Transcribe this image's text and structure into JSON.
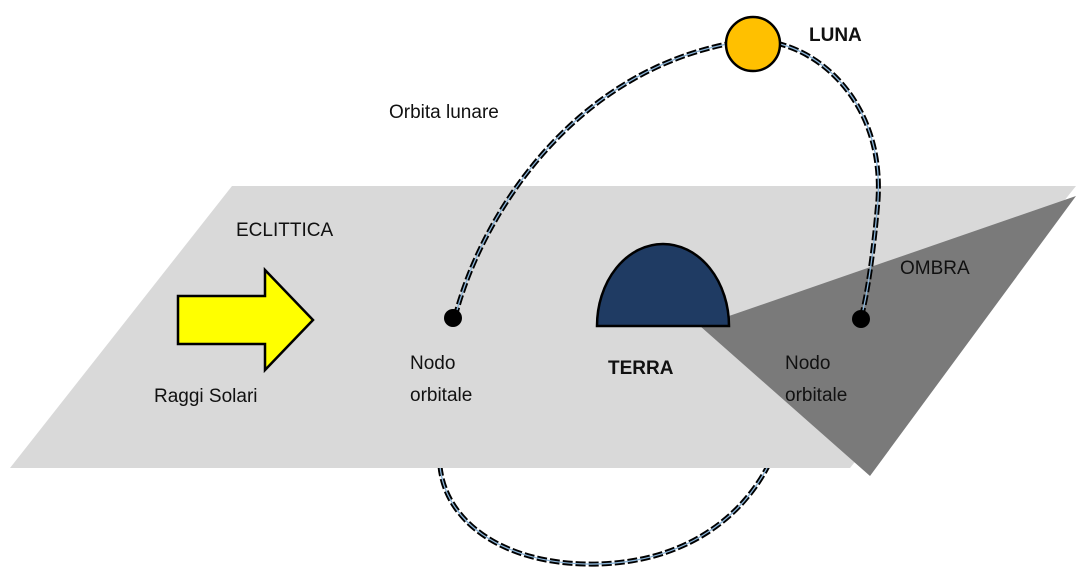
{
  "colors": {
    "ecliptic_plane": "#d9d9d9",
    "shadow": "#7a7a7a",
    "earth": "#1f3b63",
    "moon": "#ffc000",
    "sun_rays": "#ffff00",
    "orbit": "#000000",
    "orbit_highlight": "#8ab4d8"
  },
  "labels": {
    "moon": "LUNA",
    "orbit": "Orbita lunare",
    "ecliptic": "ECLITTICA",
    "shadow": "OMBRA",
    "sun_rays": "Raggi Solari",
    "node_left_line1": "Nodo",
    "node_left_line2": "orbitale",
    "earth": "TERRA",
    "node_right_line1": "Nodo",
    "node_right_line2": "orbitale"
  }
}
